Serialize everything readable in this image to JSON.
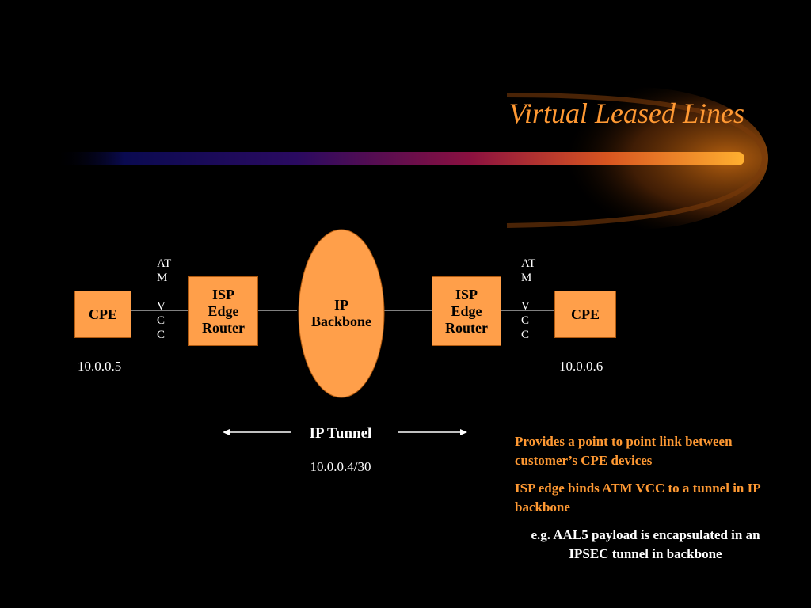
{
  "slide": {
    "title": "Virtual Leased Lines"
  },
  "diagram": {
    "cpe_left": "CPE",
    "cpe_right": "CPE",
    "isp_left": "ISP\nEdge\nRouter",
    "isp_right": "ISP\nEdge\nRouter",
    "backbone": "IP\nBackbone",
    "atm_vcc_left": "AT\nM\n\nV\nC\nC",
    "atm_vcc_right": "AT\nM\n\nV\nC\nC",
    "addr_left": "10.0.0.5",
    "addr_right": "10.0.0.6",
    "tunnel_label": "IP Tunnel",
    "tunnel_net": "10.0.0.4/30"
  },
  "notes": {
    "point1": "Provides a point to point link between customer’s CPE devices",
    "point2": "ISP edge binds ATM VCC to a tunnel in IP backbone",
    "point3": "e.g. AAL5 payload is encapsulated in an IPSEC tunnel in backbone"
  },
  "colors": {
    "accent": "#ff9933",
    "box_fill": "#ff9f4a",
    "background": "#000000"
  }
}
